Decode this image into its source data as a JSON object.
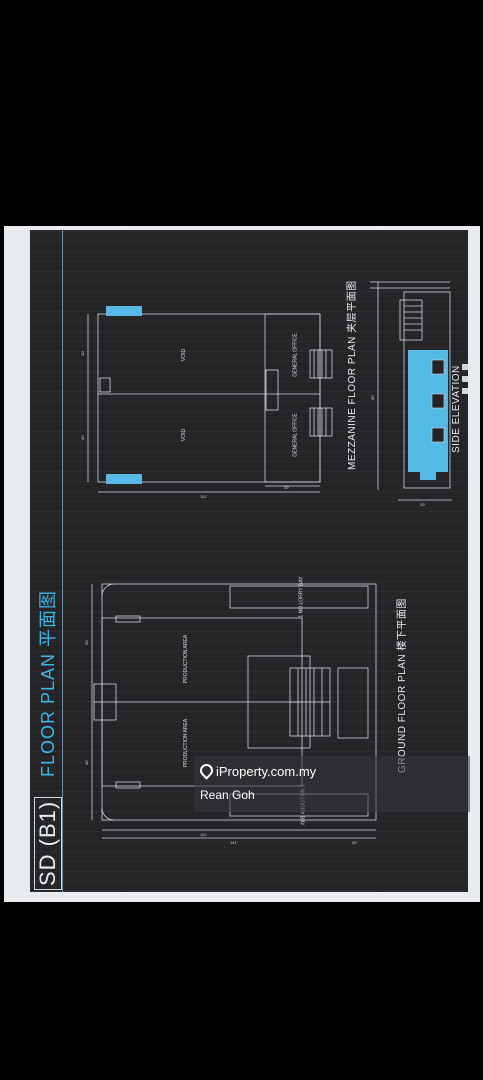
{
  "sheet": {
    "code": "SD (B1)",
    "title": "FLOOR PLAN 平面图"
  },
  "plans": {
    "ground": {
      "label": "GROUND FLOOR PLAN 楼下平面图",
      "rooms": [
        "PRODUCTION AREA",
        "PRODUCTION AREA"
      ],
      "lorry_bays": [
        "1 NO LORRY BAY",
        "1 NO LORRY BAY"
      ]
    },
    "mezzanine": {
      "label": "MEZZANINE FLOOR PLAN 夹层平面图",
      "rooms": [
        "VOID",
        "VOID",
        "GENERAL OFFICE",
        "GENERAL OFFICE"
      ]
    },
    "side": {
      "label": "SIDE ELEVATION"
    }
  },
  "watermark": {
    "brand": "iProperty.com.my",
    "agent": "Rean Goh"
  },
  "colors": {
    "sheet": "#252528",
    "line": "#cfd7de",
    "accent": "#39b7e6"
  }
}
